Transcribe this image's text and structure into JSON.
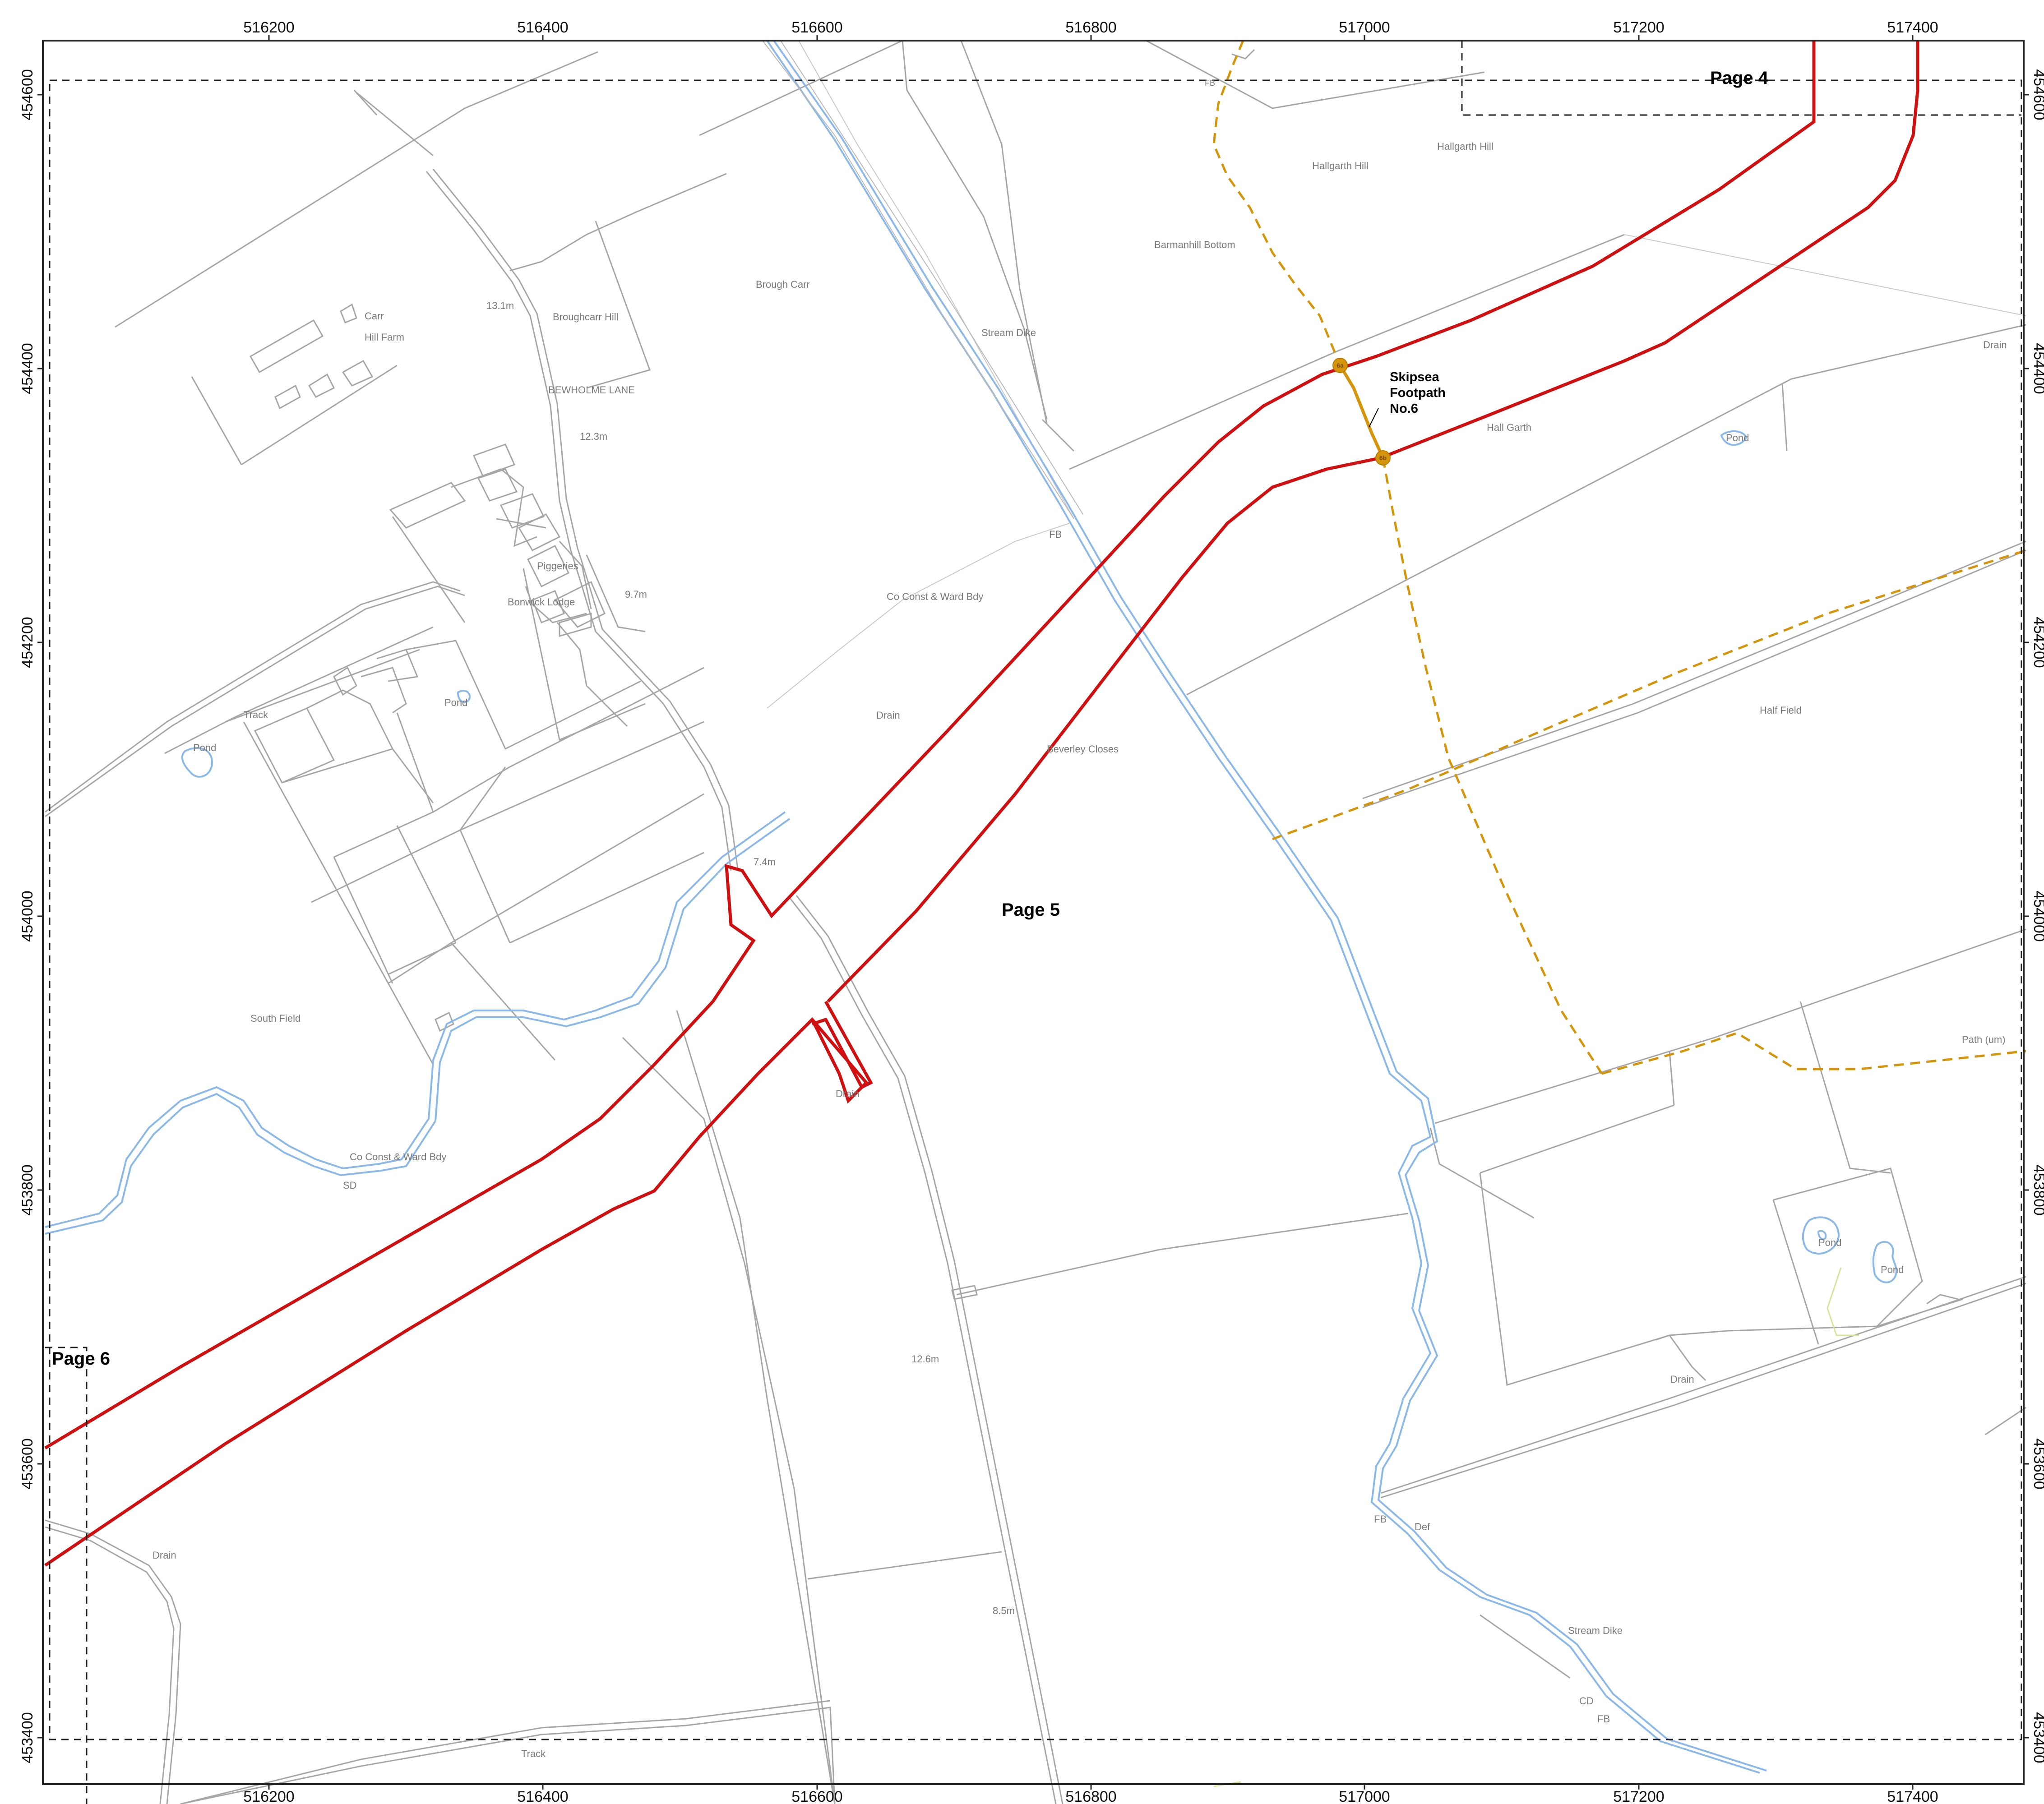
{
  "axes": {
    "x_ticks": [
      "516200",
      "516400",
      "516600",
      "516800",
      "517000",
      "517200",
      "517400"
    ],
    "y_ticks": [
      "454600",
      "454400",
      "454200",
      "454000",
      "453800",
      "453600",
      "453400"
    ]
  },
  "page_labels": {
    "current": "Page 5",
    "north": "Page 4",
    "west": "Page 6"
  },
  "footpath": {
    "label_lines": [
      "Skipsea",
      "Footpath",
      "No.6"
    ],
    "marker_a": "6a",
    "marker_b": "6b"
  },
  "places": [
    {
      "name": "Brough Carr"
    },
    {
      "name": "Stream Dike"
    },
    {
      "name": "Barmanhill Bottom"
    },
    {
      "name": "Hallgarth Hill"
    },
    {
      "name": "Hallgarth Hill"
    },
    {
      "name": "Hall Garth"
    },
    {
      "name": "Pond"
    },
    {
      "name": "Drain"
    },
    {
      "name": "Carr"
    },
    {
      "name": "Hill Farm"
    },
    {
      "name": "13.1m"
    },
    {
      "name": "Broughcarr Hill"
    },
    {
      "name": "BEWHOLME LANE"
    },
    {
      "name": "12.3m"
    },
    {
      "name": "Piggeries"
    },
    {
      "name": "Bonwick Lodge"
    },
    {
      "name": "9.7m"
    },
    {
      "name": "FB"
    },
    {
      "name": "Co Const & Ward Bdy"
    },
    {
      "name": "Track"
    },
    {
      "name": "Pond"
    },
    {
      "name": "Pond"
    },
    {
      "name": "Drain"
    },
    {
      "name": "Beverley Closes"
    },
    {
      "name": "Half Field"
    },
    {
      "name": "7.4m"
    },
    {
      "name": "South Field"
    },
    {
      "name": "Drain"
    },
    {
      "name": "Path (um)"
    },
    {
      "name": "Co Const & Ward Bdy"
    },
    {
      "name": "SD"
    },
    {
      "name": "Pond"
    },
    {
      "name": "Pond"
    },
    {
      "name": "12.6m"
    },
    {
      "name": "Drain"
    },
    {
      "name": "Drain"
    },
    {
      "name": "FB"
    },
    {
      "name": "Def"
    },
    {
      "name": "8.5m"
    },
    {
      "name": "Stream Dike"
    },
    {
      "name": "CD"
    },
    {
      "name": "FB"
    },
    {
      "name": "Track"
    },
    {
      "name": "FB"
    }
  ],
  "colors": {
    "boundary": "#d01010",
    "footpath": "#d4950a",
    "water": "#8ab8e8",
    "map_lines": "#a6a6a6",
    "frame": "#222222"
  }
}
